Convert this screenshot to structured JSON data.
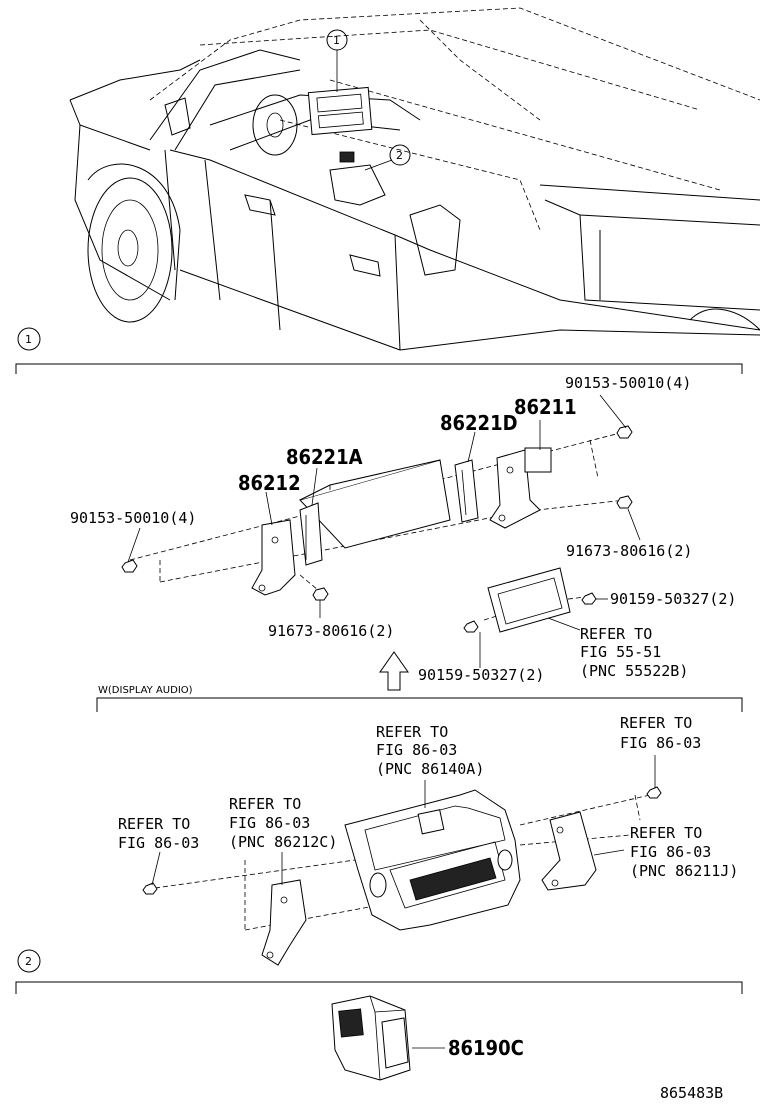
{
  "callouts": {
    "c1": "1",
    "c2": "2"
  },
  "section1": {
    "parts": {
      "p86221D": "86221D",
      "p86211": "86211",
      "p86221A": "86221A",
      "p86212": "86212",
      "bolt_top_right": "90153-50010(4)",
      "bolt_left": "90153-50010(4)",
      "screw_right": "91673-80616(2)",
      "screw_bottom": "91673-80616(2)",
      "screw_display_right": "90159-50327(2)",
      "screw_display_bottom": "90159-50327(2)"
    },
    "refer_display": {
      "l1": "REFER TO",
      "l2": "FIG 55-51",
      "l3": "(PNC 55522B)"
    }
  },
  "variant_label": "W(DISPLAY AUDIO)",
  "variant": {
    "ref_center": {
      "l1": "REFER TO",
      "l2": "FIG 86-03",
      "l3": "(PNC 86140A)"
    },
    "ref_top_right": {
      "l1": "REFER TO",
      "l2": "FIG 86-03"
    },
    "ref_left": {
      "l1": "REFER TO",
      "l2": "FIG 86-03"
    },
    "ref_left_bracket": {
      "l1": "REFER TO",
      "l2": "FIG 86-03",
      "l3": "(PNC 86212C)"
    },
    "ref_right_bracket": {
      "l1": "REFER TO",
      "l2": "FIG 86-03",
      "l3": "(PNC 86211J)"
    }
  },
  "section2": {
    "part": "86190C"
  },
  "figure_code": "865483B"
}
